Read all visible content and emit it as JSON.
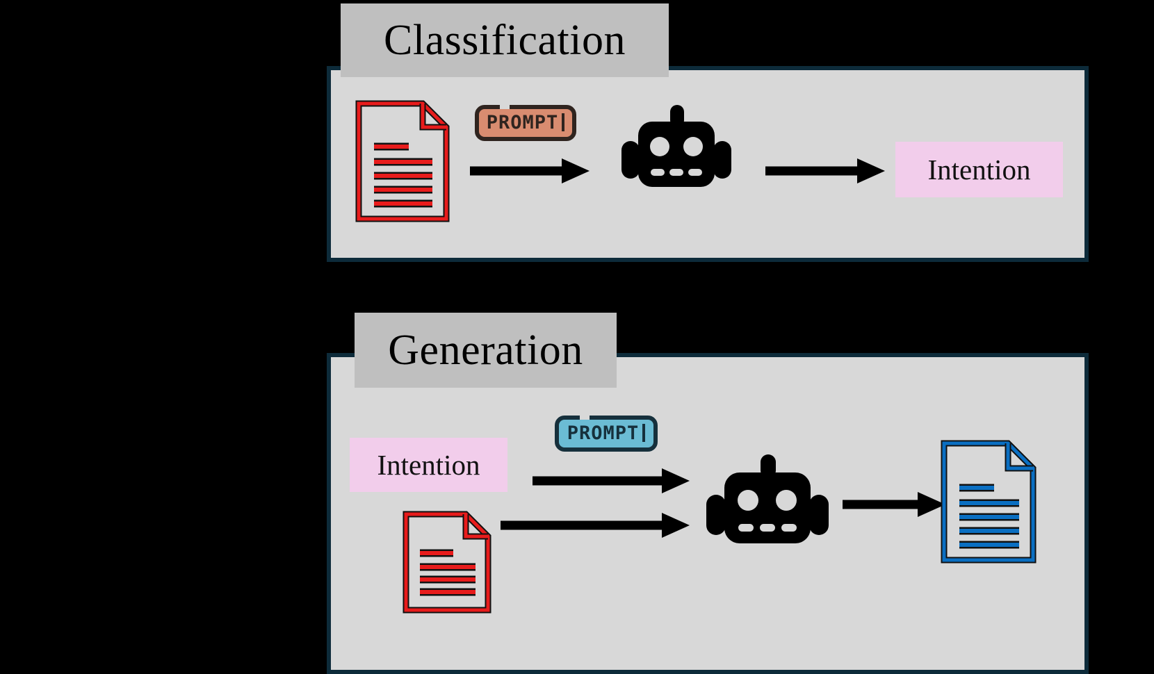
{
  "background_color": "#000000",
  "palette": {
    "panel_fill": "#d8d8d8",
    "panel_border": "#0d2b3a",
    "banner_fill": "#bfbfbf",
    "chip_fill": "#f2cdeb",
    "badge_classification_fill": "#d98c70",
    "badge_classification_border": "#2f241f",
    "badge_generation_fill": "#6bbcd4",
    "badge_generation_border": "#16303c",
    "doc_red": "#e81c1c",
    "doc_blue": "#0a6fc2",
    "doc_outline": "#111111",
    "robot_color": "#000000",
    "arrow_color": "#000000"
  },
  "panels": [
    {
      "id": "classification",
      "title": "Classification",
      "nodes": {
        "input_document": {
          "icon": "document-icon",
          "color": "#e81c1c",
          "line_count": 8
        },
        "prompt_badge": {
          "label": "PROMPT",
          "caret": "|",
          "color": "#d98c70"
        },
        "model": {
          "icon": "robot-icon"
        },
        "output_chip": {
          "label": "Intention",
          "color": "#f2cdeb"
        }
      },
      "arrows": [
        {
          "from": "input_document",
          "to": "model"
        },
        {
          "from": "model",
          "to": "output_chip"
        }
      ]
    },
    {
      "id": "generation",
      "title": "Generation",
      "nodes": {
        "input_chip": {
          "label": "Intention",
          "color": "#f2cdeb"
        },
        "input_document": {
          "icon": "document-icon",
          "color": "#e81c1c",
          "line_count": 7
        },
        "prompt_badge": {
          "label": "PROMPT",
          "caret": "|",
          "color": "#6bbcd4"
        },
        "model": {
          "icon": "robot-icon"
        },
        "output_document": {
          "icon": "document-icon",
          "color": "#0a6fc2",
          "line_count": 7
        }
      },
      "arrows": [
        {
          "from": "input_chip",
          "to": "model"
        },
        {
          "from": "input_document",
          "to": "model"
        },
        {
          "from": "model",
          "to": "output_document"
        }
      ]
    }
  ]
}
